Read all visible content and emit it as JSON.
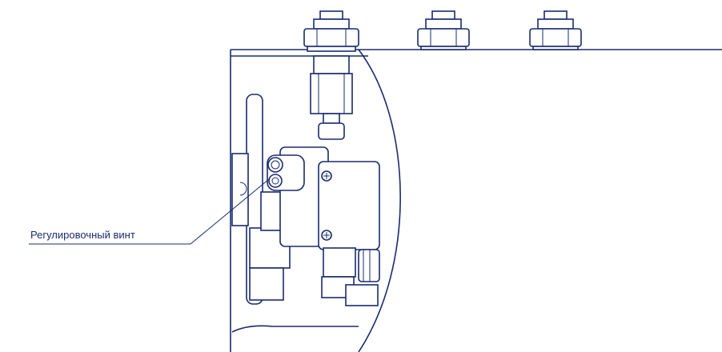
{
  "callout": {
    "label": "Регулировочный винт"
  },
  "colors": {
    "line": "#1a2b6d",
    "background": "#ffffff"
  },
  "parts": [
    "top-panel",
    "housing-arc",
    "fitting-nut-1",
    "fitting-nut-2",
    "fitting-nut-3",
    "valve-body",
    "regulating-screw",
    "mounting-screws",
    "bracket"
  ]
}
